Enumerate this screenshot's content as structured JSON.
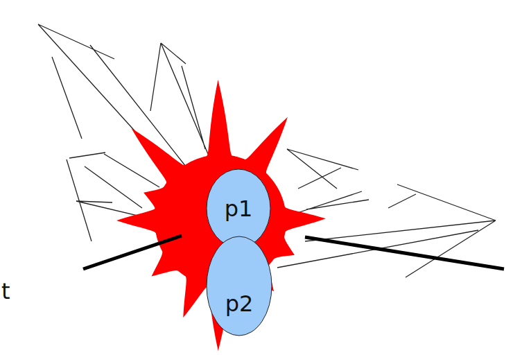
{
  "diagram": {
    "nodes": [
      {
        "text": [
          "p1"
        ]
      },
      {
        "text": [
          "p2"
        ]
      }
    ],
    "labels": [
      "t"
    ]
  }
}
